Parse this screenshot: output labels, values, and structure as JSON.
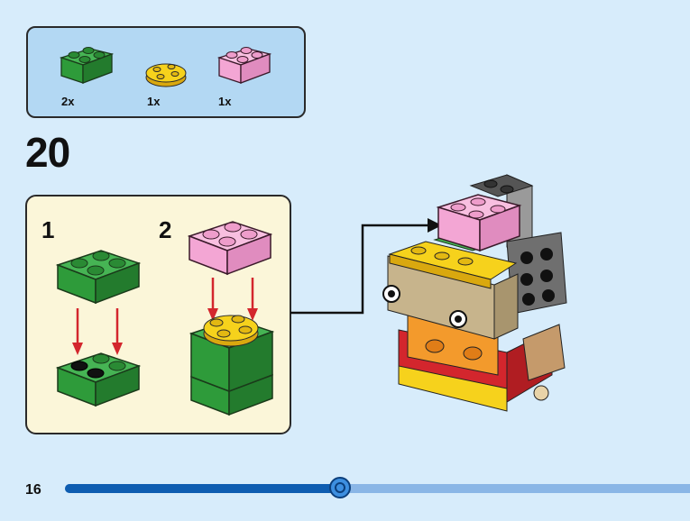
{
  "parts_list": {
    "items": [
      {
        "qty": "2x",
        "part": "green-2x2-brick-icon",
        "color": "#2e9b3a"
      },
      {
        "qty": "1x",
        "part": "yellow-2x2-round-plate-icon",
        "color": "#f6d21c"
      },
      {
        "qty": "1x",
        "part": "pink-2x2-brick-icon",
        "color": "#f3a6d4"
      }
    ]
  },
  "step": {
    "number": "20"
  },
  "substeps": [
    {
      "number": "1"
    },
    {
      "number": "2"
    }
  ],
  "footer": {
    "page_number": "16",
    "progress": 0.44
  },
  "colors": {
    "page_bg": "#d7ecfb",
    "parts_bg": "#b3d8f3",
    "substep_bg": "#fbf6d9",
    "arrow_red": "#d3262d",
    "progress_dark": "#0e5db1",
    "progress_light": "#8ab6e6"
  }
}
